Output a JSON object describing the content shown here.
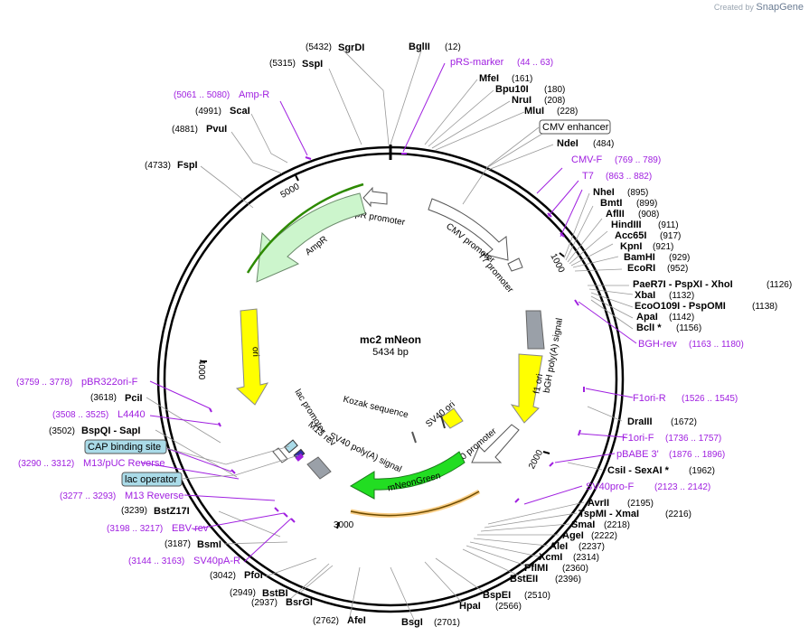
{
  "credit": {
    "prefix": "Created by",
    "brand": "SnapGene"
  },
  "plasmid": {
    "name": "mc2 mNeon",
    "length": "5434 bp"
  },
  "ticks": [
    "1000",
    "2000",
    "3000",
    "4000",
    "5000"
  ],
  "sites": [
    {
      "name": "SgrDI",
      "pos": "(5432)"
    },
    {
      "name": "BglII",
      "pos": "(12)"
    },
    {
      "name": "SspI",
      "pos": "(5315)"
    },
    {
      "name": "ScaI",
      "pos": "(4991)"
    },
    {
      "name": "PvuI",
      "pos": "(4881)"
    },
    {
      "name": "FspI",
      "pos": "(4733)"
    },
    {
      "name": "MfeI",
      "pos": "(161)"
    },
    {
      "name": "Bpu10I",
      "pos": "(180)"
    },
    {
      "name": "NruI",
      "pos": "(208)"
    },
    {
      "name": "MluI",
      "pos": "(228)"
    },
    {
      "name": "NdeI",
      "pos": "(484)"
    },
    {
      "name": "NheI",
      "pos": "(895)"
    },
    {
      "name": "BmtI",
      "pos": "(899)"
    },
    {
      "name": "AflII",
      "pos": "(908)"
    },
    {
      "name": "HindIII",
      "pos": "(911)"
    },
    {
      "name": "Acc65I",
      "pos": "(917)"
    },
    {
      "name": "KpnI",
      "pos": "(921)"
    },
    {
      "name": "BamHI",
      "pos": "(929)"
    },
    {
      "name": "EcoRI",
      "pos": "(952)"
    },
    {
      "name": "PaeR7I - PspXI - XhoI",
      "pos": "(1126)"
    },
    {
      "name": "XbaI",
      "pos": "(1132)"
    },
    {
      "name": "EcoO109I - PspOMI",
      "pos": "(1138)"
    },
    {
      "name": "ApaI",
      "pos": "(1142)"
    },
    {
      "name": "BclI *",
      "pos": "(1156)"
    },
    {
      "name": "DraIII",
      "pos": "(1672)"
    },
    {
      "name": "CsiI - SexAI *",
      "pos": "(1962)"
    },
    {
      "name": "AvrII",
      "pos": "(2195)"
    },
    {
      "name": "TspMI - XmaI",
      "pos": "(2216)"
    },
    {
      "name": "SmaI",
      "pos": "(2218)"
    },
    {
      "name": "AgeI",
      "pos": "(2222)"
    },
    {
      "name": "AleI",
      "pos": "(2237)"
    },
    {
      "name": "XcmI",
      "pos": "(2314)"
    },
    {
      "name": "PflMI",
      "pos": "(2360)"
    },
    {
      "name": "BstEII",
      "pos": "(2396)"
    },
    {
      "name": "BspEI",
      "pos": "(2510)"
    },
    {
      "name": "HpaI",
      "pos": "(2566)"
    },
    {
      "name": "BsgI",
      "pos": "(2701)"
    },
    {
      "name": "AfeI",
      "pos": "(2762)"
    },
    {
      "name": "BsrGI",
      "pos": "(2937)"
    },
    {
      "name": "BstBI",
      "pos": "(2949)"
    },
    {
      "name": "PfoI",
      "pos": "(3042)"
    },
    {
      "name": "BsmI",
      "pos": "(3187)"
    },
    {
      "name": "BstZ17I",
      "pos": "(3239)"
    },
    {
      "name": "BspQI - SapI",
      "pos": "(3502)"
    },
    {
      "name": "PciI",
      "pos": "(3618)"
    }
  ],
  "primers": [
    {
      "name": "pRS-marker",
      "range": "(44 .. 63)"
    },
    {
      "name": "Amp-R",
      "range": "(5061 .. 5080)"
    },
    {
      "name": "CMV-F",
      "range": "(769 .. 789)"
    },
    {
      "name": "T7",
      "range": "(863 .. 882)"
    },
    {
      "name": "BGH-rev",
      "range": "(1163 .. 1180)"
    },
    {
      "name": "F1ori-R",
      "range": "(1526 .. 1545)"
    },
    {
      "name": "F1ori-F",
      "range": "(1736 .. 1757)"
    },
    {
      "name": "pBABE 3'",
      "range": "(1876 .. 1896)"
    },
    {
      "name": "SV40pro-F",
      "range": "(2123 .. 2142)"
    },
    {
      "name": "pBR322ori-F",
      "range": "(3759 .. 3778)"
    },
    {
      "name": "L4440",
      "range": "(3508 .. 3525)"
    },
    {
      "name": "M13/pUC Reverse",
      "range": "(3290 .. 3312)"
    },
    {
      "name": "M13 Reverse",
      "range": "(3277 .. 3293)"
    },
    {
      "name": "EBV-rev",
      "range": "(3198 .. 3217)"
    },
    {
      "name": "SV40pA-R",
      "range": "(3144 .. 3163)"
    }
  ],
  "boxed_labels": [
    "CMV enhancer",
    "CAP binding site",
    "lac operator"
  ],
  "features": [
    "AmpR promoter",
    "AmpR",
    "CMV promoter",
    "T7 promoter",
    "bGH poly(A) signal",
    "f1 ori",
    "SV40 promoter",
    "SV40 ori",
    "Kozak sequence",
    "mNeonGreen",
    "SV40 poly(A) signal",
    "M13 rev",
    "lac promoter",
    "ori"
  ],
  "colors": {
    "backbone": "#000000",
    "primer": "#a020e0",
    "amp": "#ccf5cc",
    "ori": "#ffff00",
    "polyA": "#9aa0a8",
    "mneon": "#22dd22",
    "box": "#aadbe8"
  }
}
